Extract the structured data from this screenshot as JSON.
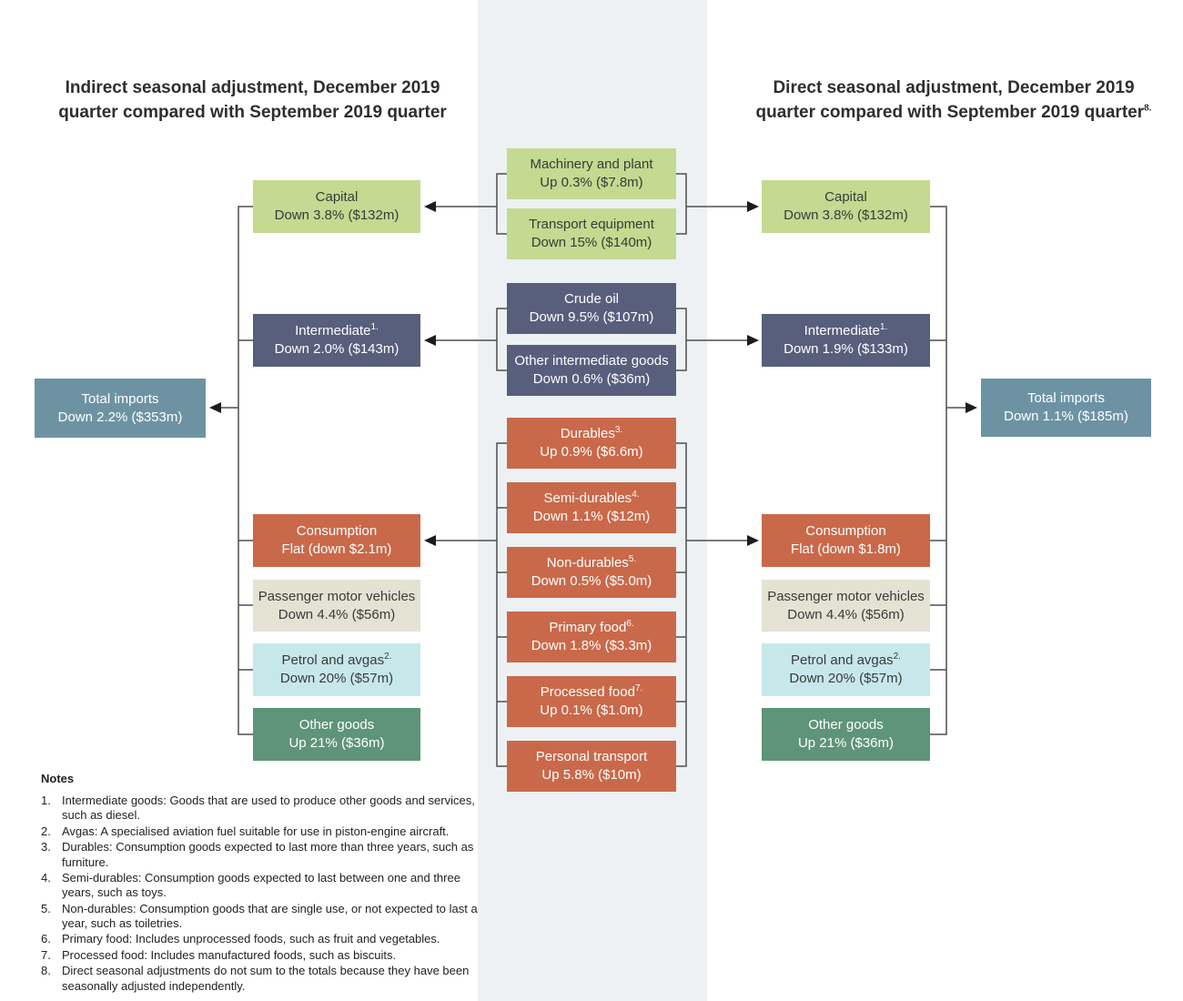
{
  "titles": {
    "left": {
      "line1": "Indirect seasonal adjustment, December 2019",
      "line2": "quarter compared with September 2019 quarter",
      "sup": ""
    },
    "right": {
      "line1": "Direct seasonal adjustment, December 2019",
      "line2": "quarter compared with September 2019 quarter",
      "sup": "8."
    }
  },
  "left_column": {
    "capital": {
      "label": "Capital",
      "sup": "",
      "value": "Down 3.8% ($132m)"
    },
    "intermediate": {
      "label": "Intermediate",
      "sup": "1.",
      "value": "Down 2.0% ($143m)"
    },
    "total_imports": {
      "label": "Total imports",
      "sup": "",
      "value": "Down 2.2% ($353m)"
    },
    "consumption": {
      "label": "Consumption",
      "sup": "",
      "value": "Flat (down $2.1m)"
    },
    "passenger_motor_vehicles": {
      "label": "Passenger motor vehicles",
      "sup": "",
      "value": "Down 4.4% ($56m)"
    },
    "petrol_avgas": {
      "label": "Petrol and avgas",
      "sup": "2.",
      "value": "Down 20% ($57m)"
    },
    "other_goods": {
      "label": "Other goods",
      "sup": "",
      "value": "Up 21% ($36m)"
    }
  },
  "right_column": {
    "capital": {
      "label": "Capital",
      "sup": "",
      "value": "Down 3.8% ($132m)"
    },
    "intermediate": {
      "label": "Intermediate",
      "sup": "1.",
      "value": "Down 1.9% ($133m)"
    },
    "total_imports": {
      "label": "Total imports",
      "sup": "",
      "value": "Down 1.1% ($185m)"
    },
    "consumption": {
      "label": "Consumption",
      "sup": "",
      "value": "Flat (down $1.8m)"
    },
    "passenger_motor_vehicles": {
      "label": "Passenger motor vehicles",
      "sup": "",
      "value": "Down 4.4% ($56m)"
    },
    "petrol_avgas": {
      "label": "Petrol and avgas",
      "sup": "2.",
      "value": "Down 20% ($57m)"
    },
    "other_goods": {
      "label": "Other goods",
      "sup": "",
      "value": "Up 21% ($36m)"
    }
  },
  "center_column": {
    "machinery": {
      "label": "Machinery and plant",
      "sup": "",
      "value": "Up 0.3% ($7.8m)"
    },
    "transport": {
      "label": "Transport equipment",
      "sup": "",
      "value": "Down 15% ($140m)"
    },
    "crude_oil": {
      "label": "Crude oil",
      "sup": "",
      "value": "Down 9.5% ($107m)"
    },
    "other_intermediate": {
      "label": "Other intermediate goods",
      "sup": "",
      "value": "Down 0.6% ($36m)"
    },
    "durables": {
      "label": "Durables",
      "sup": "3.",
      "value": "Up 0.9% ($6.6m)"
    },
    "semi_durables": {
      "label": "Semi-durables",
      "sup": "4.",
      "value": "Down 1.1% ($12m)"
    },
    "non_durables": {
      "label": "Non-durables",
      "sup": "5.",
      "value": "Down 0.5% ($5.0m)"
    },
    "primary_food": {
      "label": "Primary food",
      "sup": "6.",
      "value": "Down 1.8% ($3.3m)"
    },
    "processed_food": {
      "label": "Processed food",
      "sup": "7.",
      "value": "Up 0.1% ($1.0m)"
    },
    "personal_transport": {
      "label": "Personal transport",
      "sup": "",
      "value": "Up 5.8% ($10m)"
    }
  },
  "notes": {
    "heading": "Notes",
    "items": [
      {
        "num": "1.",
        "text": "Intermediate goods: Goods that are used to produce other goods and services, such as diesel."
      },
      {
        "num": "2.",
        "text": "Avgas: A specialised aviation fuel suitable for use in piston-engine aircraft."
      },
      {
        "num": "3.",
        "text": "Durables: Consumption goods expected to last more than three years, such as furniture."
      },
      {
        "num": "4.",
        "text": "Semi-durables: Consumption goods expected to last between one and three years, such as toys."
      },
      {
        "num": "5.",
        "text": "Non-durables: Consumption goods that are single use, or not expected to last a year, such as toiletries."
      },
      {
        "num": "6.",
        "text": "Primary food: Includes unprocessed foods, such as fruit and vegetables."
      },
      {
        "num": "7.",
        "text": "Processed food: Includes manufactured foods, such as biscuits."
      },
      {
        "num": "8.",
        "text": "Direct seasonal adjustments do not sum to the totals because they have been seasonally adjusted independently."
      }
    ]
  },
  "colors": {
    "light_green": "#c3da90",
    "slate": "#575f7d",
    "teal": "#6d93a3",
    "orange": "#c9694a",
    "beige": "#e4e2d3",
    "light_blue": "#c7e8eb",
    "dark_green": "#5e9478",
    "center_strip": "#eef1f4",
    "line": "#4f4f4f"
  }
}
